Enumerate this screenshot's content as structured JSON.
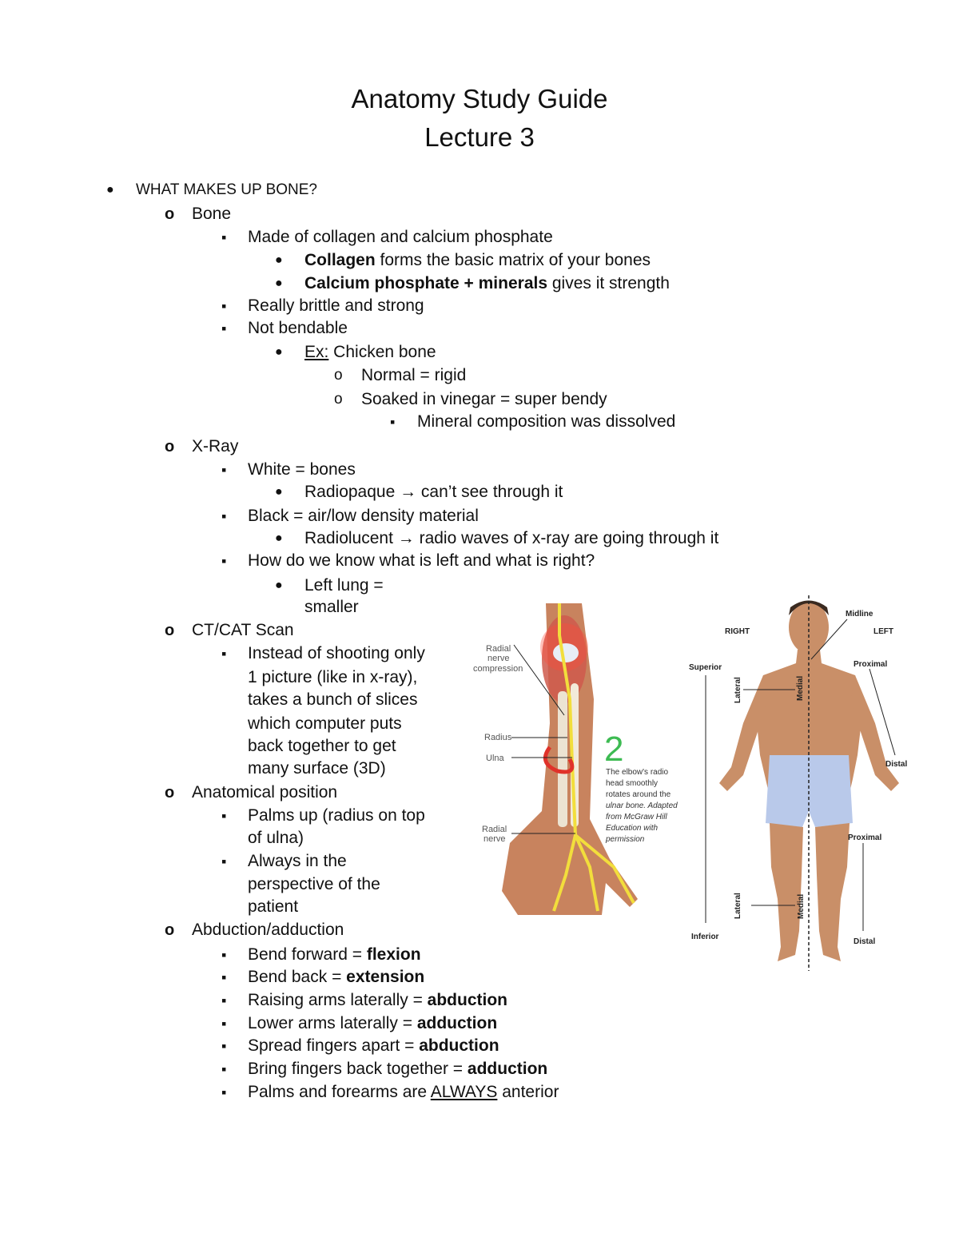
{
  "doc": {
    "title_line1": "Anatomy Study Guide",
    "title_line2": "Lecture 3"
  },
  "outline": {
    "l0_heading": "WHAT MAKES UP BONE?",
    "bone": {
      "label": "Bone",
      "made_of": "Made of collagen and calcium phosphate",
      "collagen_bold": "Collagen",
      "collagen_rest": " forms the basic matrix of your bones",
      "calcium_bold": "Calcium phosphate + minerals",
      "calcium_rest": " gives it strength",
      "brittle": "Really brittle and strong",
      "not_bendable": "Not bendable",
      "ex_underlined": "Ex:",
      "ex_rest": " Chicken bone",
      "normal": "Normal = rigid",
      "soaked": "Soaked in vinegar = super bendy",
      "mineral": "Mineral composition was dissolved"
    },
    "xray": {
      "label": "X-Ray",
      "white": "White = bones",
      "radiopaque": "Radiopaque → can’t see through it",
      "black": "Black = air/low density material",
      "radiolucent": "Radiolucent → radio waves of x-ray are going through it",
      "how": "How do we know what is left and what is right?",
      "left_lung_1": "Left lung =",
      "left_lung_2": "smaller"
    },
    "ct": {
      "label": "CT/CAT Scan",
      "l1": "Instead of shooting only",
      "l2": "1 picture (like in x-ray),",
      "l3": "takes a bunch of slices",
      "l4": "which computer puts",
      "l5": "back together to get",
      "l6": "many surface (3D)"
    },
    "anat": {
      "label": "Anatomical position",
      "palms1": "Palms up (radius on top",
      "palms2": "of ulna)",
      "always1": "Always in the",
      "always2": "perspective of the",
      "always3": "patient"
    },
    "abd": {
      "label": "Abduction/adduction",
      "i1_pre": "Bend forward = ",
      "i1_bold": "flexion",
      "i2_pre": "Bend back = ",
      "i2_bold": "extension",
      "i3_pre": "Raising arms laterally = ",
      "i3_bold": "abduction",
      "i4_pre": "Lower arms laterally = ",
      "i4_bold": "adduction",
      "i5_pre": "Spread fingers apart = ",
      "i5_bold": "abduction",
      "i6_pre": "Bring fingers back together = ",
      "i6_bold": "adduction",
      "i7_pre": "Palms and forearms are ",
      "i7_underline": "ALWAYS",
      "i7_post": " anterior"
    }
  },
  "arm_figure": {
    "label_radial_comp_1": "Radial",
    "label_radial_comp_2": "nerve",
    "label_radial_comp_3": "compression",
    "label_radius": "Radius",
    "label_ulna": "Ulna",
    "label_radial_nerve_1": "Radial",
    "label_radial_nerve_2": "nerve",
    "big_number": "2",
    "caption_1": "The elbow's radio",
    "caption_2": "head smoothly",
    "caption_3": "rotates around the",
    "caption_4": "ulnar bone. Adapted",
    "caption_5": "from McGraw Hill",
    "caption_6": "Education with",
    "caption_7": "permission",
    "colors": {
      "nerve": "#f2de3c",
      "skin": "#c8835e",
      "green": "#3dbb52",
      "red": "#e0322a"
    }
  },
  "body_figure": {
    "right": "RIGHT",
    "left": "LEFT",
    "midline": "Midline",
    "superior": "Superior",
    "inferior": "Inferior",
    "proximal_top": "Proximal",
    "distal_top": "Distal",
    "proximal_bottom": "Proximal",
    "distal_bottom": "Distal",
    "lateral_top": "Lateral",
    "medial_top": "Medial",
    "lateral_bottom": "Lateral",
    "medial_bottom": "Medial",
    "colors": {
      "skin": "#c98f68",
      "shorts": "#b9c9ea"
    }
  }
}
